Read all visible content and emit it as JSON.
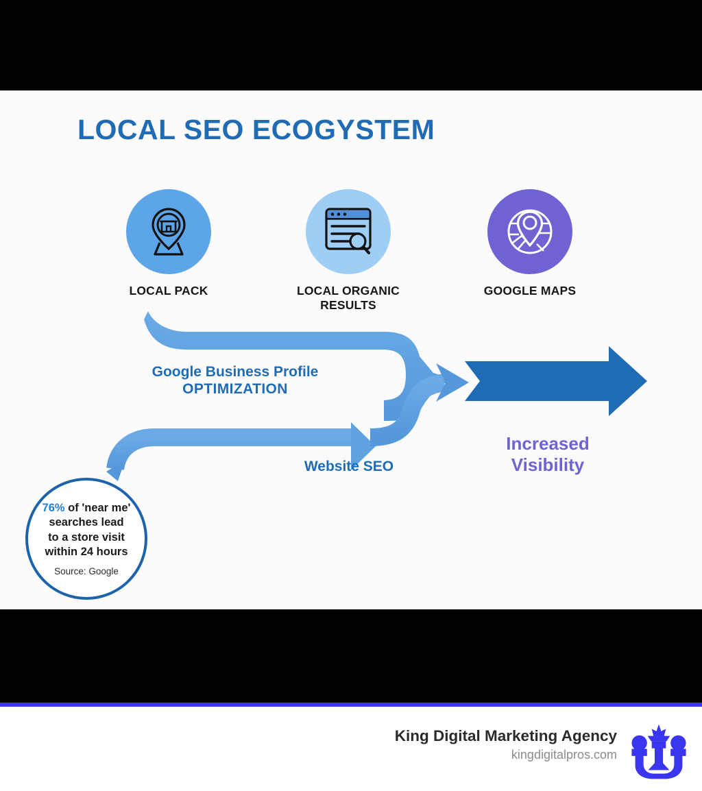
{
  "colors": {
    "title_blue": "#1f6cb5",
    "node_blue": "#5ca5e8",
    "node_light_blue": "#9ecdf5",
    "node_purple": "#6f63d4",
    "ribbon_blue": "#5ea3e0",
    "dark_arrow_blue": "#1f6cb5",
    "visibility_purple": "#6f63d4",
    "stat_ring_blue": "#1d63ab",
    "brand_rule_blue": "#3a35f0",
    "letterbox_black": "#000000"
  },
  "infographic": {
    "title": "LOCAL SEO ECOGYSTEM",
    "nodes": [
      {
        "label": "LOCAL PACK",
        "icon": "map-pin-storefront-icon",
        "disc_color": "#5ca5e8"
      },
      {
        "label": "LOCAL ORGANIC RESULTS",
        "label_line1": "LOCAL ORGANIC",
        "label_line2": "RESULTS",
        "icon": "browser-search-results-icon",
        "disc_color": "#9ecdf5"
      },
      {
        "label": "GOOGLE MAPS",
        "icon": "map-globe-pin-icon",
        "disc_color": "#6f63d4"
      }
    ],
    "flow_labels": {
      "gbp_line1": "Google Business Profile",
      "gbp_line2": "OPTIMIZATION",
      "website_seo": "Website SEO",
      "outcome_line1": "Increased",
      "outcome_line2": "Visibility"
    },
    "stat": {
      "percent": "76%",
      "text_rest": " of 'near me'",
      "line2": "searches lead",
      "line3": "to a store visit",
      "line4": "within 24 hours",
      "source": "Source: Google"
    }
  },
  "footer": {
    "agency_name": "King Digital Marketing Agency",
    "website": "kingdigitalpros.com",
    "logo": "king-crown-logo"
  }
}
